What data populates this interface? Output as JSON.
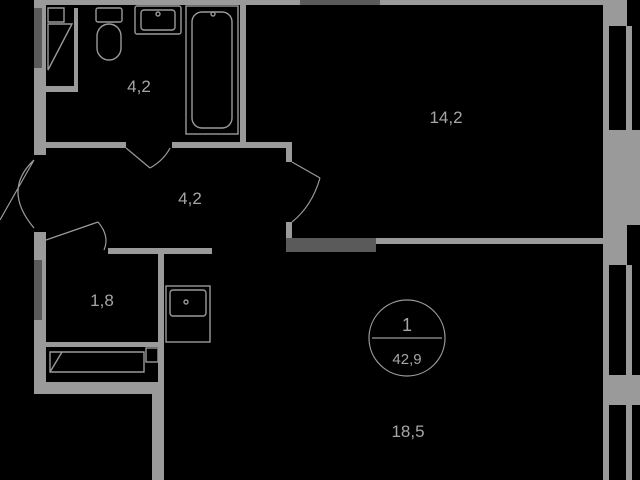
{
  "rooms": {
    "bathroom": "4,2",
    "bedroom": "14,2",
    "hallway": "4,2",
    "toilet": "1,8",
    "living": "18,5"
  },
  "apartment": {
    "rooms_count": "1",
    "total_area": "42,9"
  },
  "colors": {
    "background": "#000000",
    "walls": "#9a9a9a",
    "walls_dark": "#5a5a5a",
    "text": "#a6a6a6"
  }
}
